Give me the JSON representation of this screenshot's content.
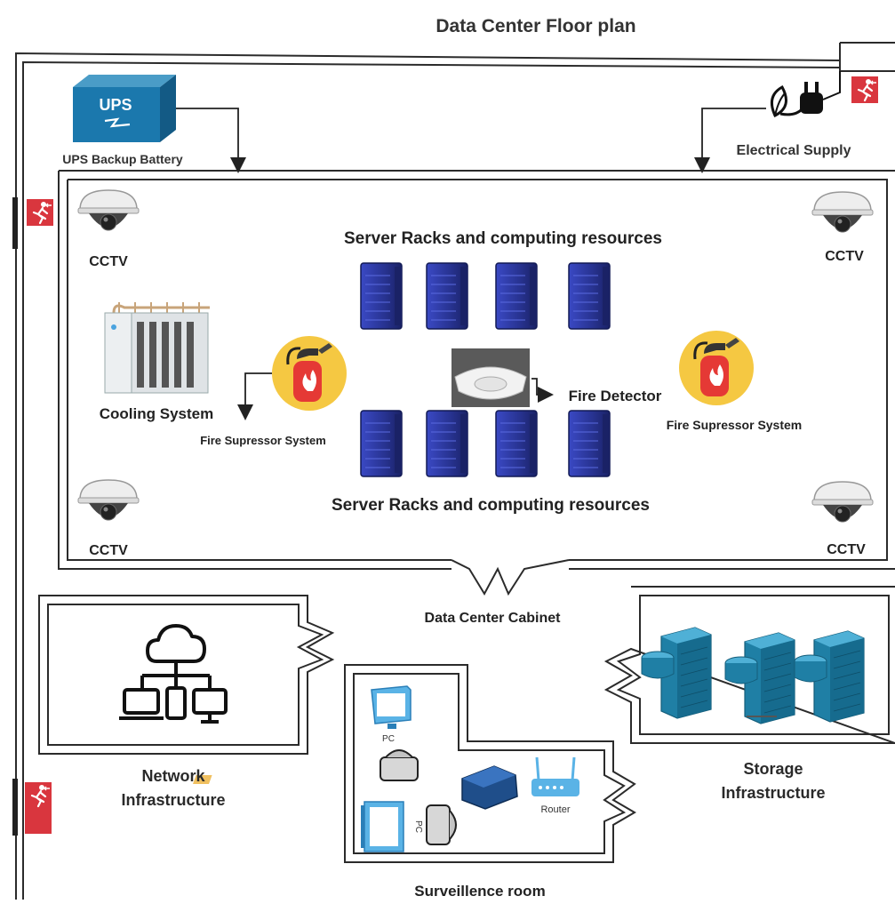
{
  "title": "Data Center Floor plan",
  "labels": {
    "ups": "UPS Backup Battery",
    "ups_text": "UPS",
    "electrical": "Electrical Supply",
    "cctv": "CCTV",
    "servers_top": "Server Racks and computing resources",
    "servers_bottom": "Server Racks and computing resources",
    "cooling": "Cooling System",
    "fire_suppressor": "Fire Supressor System",
    "fire_detector": "Fire Detector",
    "cabinet": "Data Center Cabinet",
    "network": "Network Infrastructure",
    "storage": "Storage Infrastructure",
    "surveillance": "Surveillence room",
    "pc": "PC",
    "router": "Router"
  },
  "colors": {
    "exit_sign": "#d9363e",
    "server_blue": "#27328f",
    "storage_blue": "#1f7fa5",
    "fire_yellow": "#f5c842",
    "fire_red": "#e53935",
    "wall": "#2b2b2b"
  }
}
